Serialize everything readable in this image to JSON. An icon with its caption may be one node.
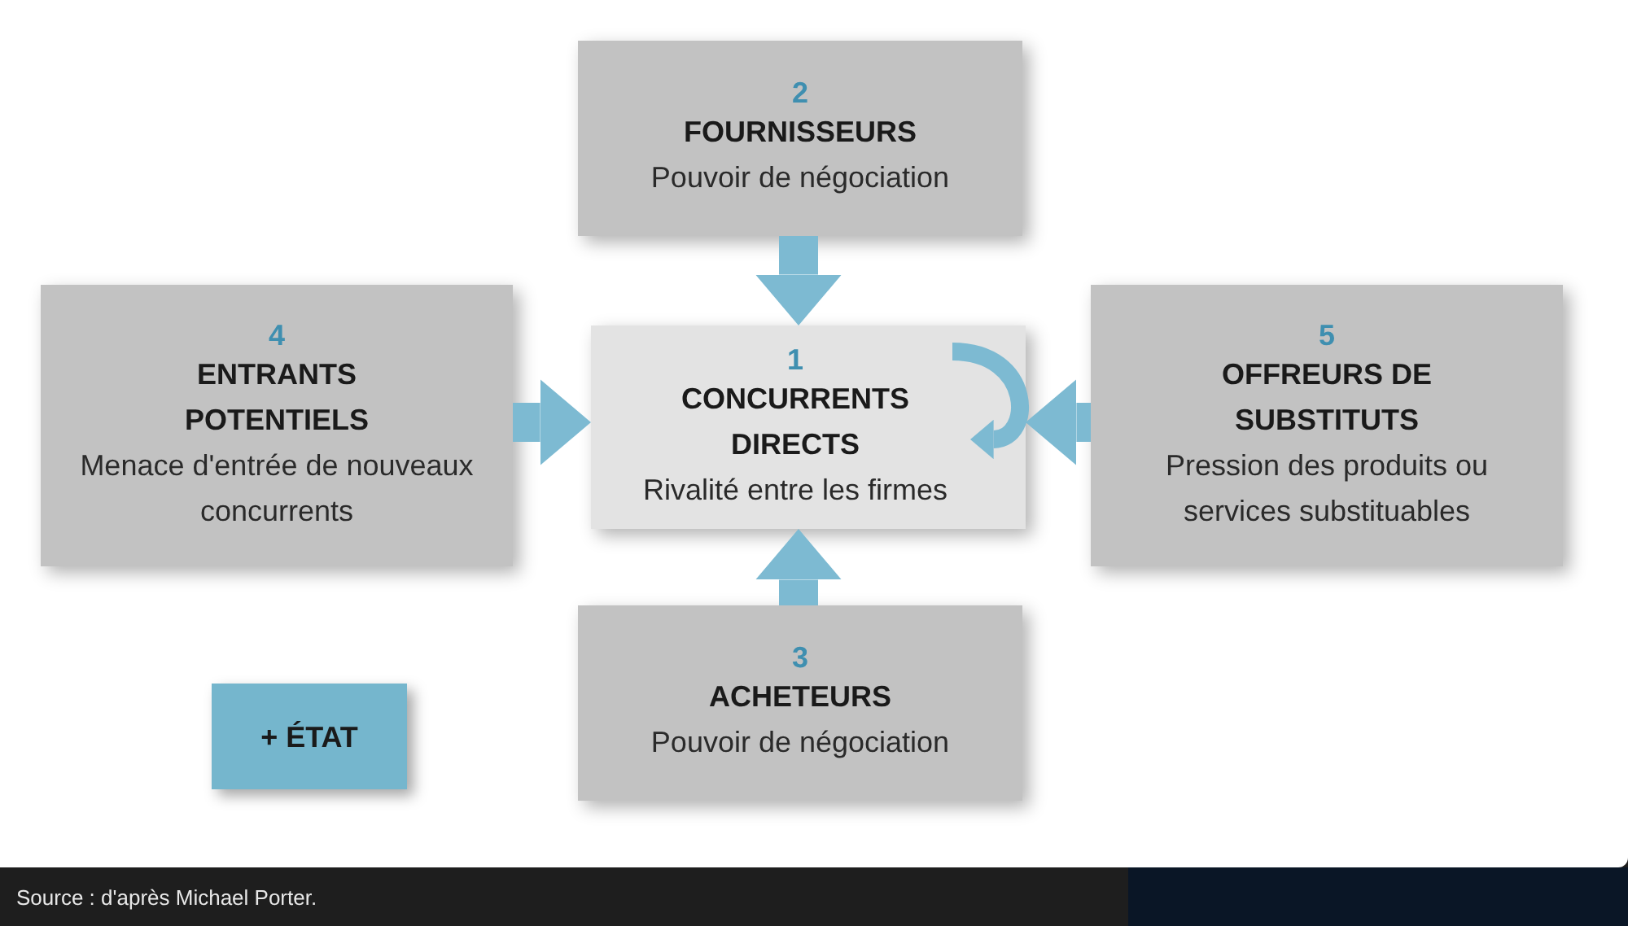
{
  "diagram": {
    "caption": "Source : d'après Michael Porter.",
    "nodes": [
      {
        "text": [
          "2",
          "FOURNISSEURS",
          "Pouvoir de négociation"
        ]
      },
      {
        "text": [
          "4",
          "ENTRANTS POTENTIELS",
          "Menace d'entrée de nouveaux concurrents"
        ]
      },
      {
        "text": [
          "1",
          "CONCURRENTS DIRECTS",
          "Rivalité entre les firmes"
        ]
      },
      {
        "text": [
          "5",
          "OFFREURS DE SUBSTITUTS",
          "Pression des produits ou services substituables"
        ]
      },
      {
        "text": [
          "3",
          "ACHETEURS",
          "Pouvoir de négociation"
        ]
      },
      {
        "text": [
          "+ ÉTAT"
        ]
      }
    ],
    "edges": [
      {
        "from": 0,
        "to": 2,
        "arrow": "to"
      },
      {
        "from": 1,
        "to": 2,
        "arrow": "to"
      },
      {
        "from": 3,
        "to": 2,
        "arrow": "to"
      },
      {
        "from": 4,
        "to": 2,
        "arrow": "to"
      },
      {
        "from": 2,
        "to": 2,
        "arrow": "to"
      }
    ]
  }
}
